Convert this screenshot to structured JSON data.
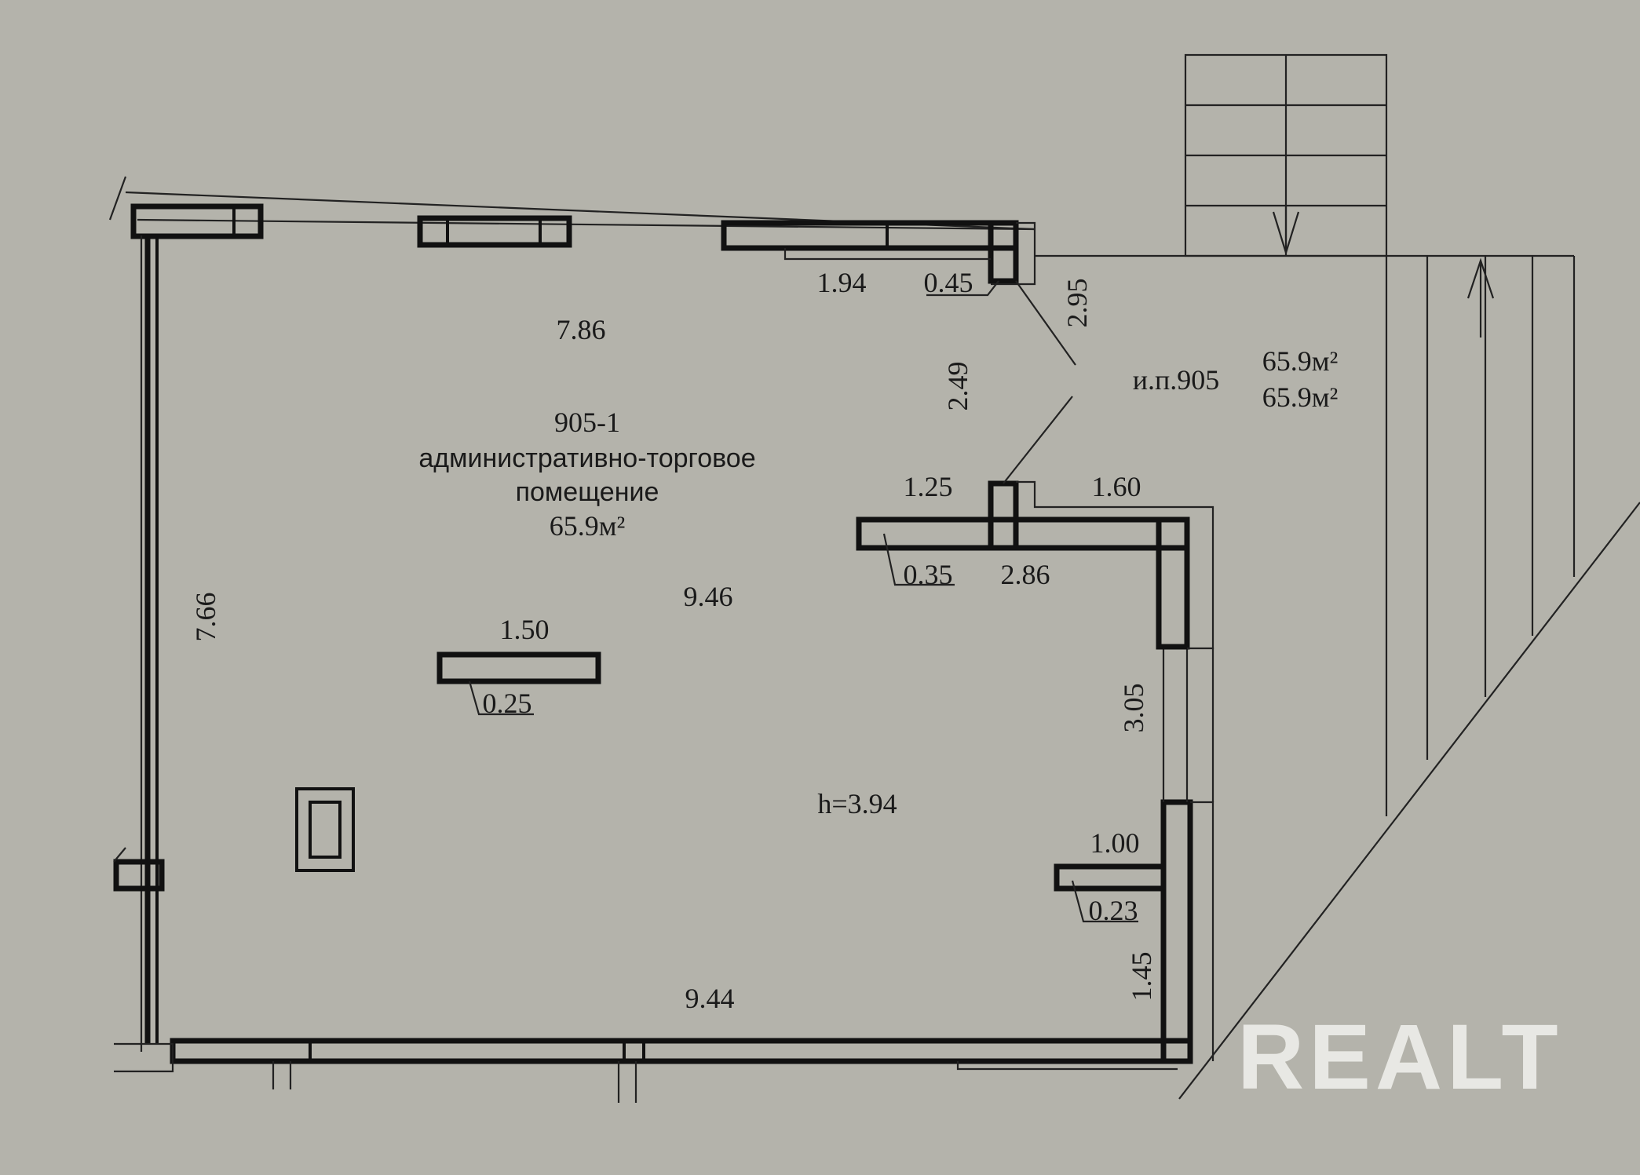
{
  "room": {
    "number": "905-1",
    "name_line1": "административно-торговое",
    "name_line2": "помещение",
    "area": "65.9м²",
    "height": "h=3.94"
  },
  "apartment": {
    "label": "и.п.905",
    "area_1": "65.9м²",
    "area_2": "65.9м²"
  },
  "dimensions": {
    "top_wall": "7.86",
    "segment_194": "1.94",
    "segment_045": "0.45",
    "segment_295": "2.95",
    "segment_249": "2.49",
    "segment_125": "1.25",
    "segment_160": "1.60",
    "segment_035": "0.35",
    "segment_286": "2.86",
    "middle_width": "9.46",
    "partition_length": "1.50",
    "partition_thickness": "0.25",
    "left_wall": "7.66",
    "segment_305": "3.05",
    "segment_100": "1.00",
    "segment_023": "0.23",
    "segment_145": "1.45",
    "bottom_wall": "9.44"
  },
  "watermark": "REALT",
  "colors": {
    "paper": "#b4b3ab",
    "lines": "#111111",
    "watermark": "#f2f2ee"
  }
}
